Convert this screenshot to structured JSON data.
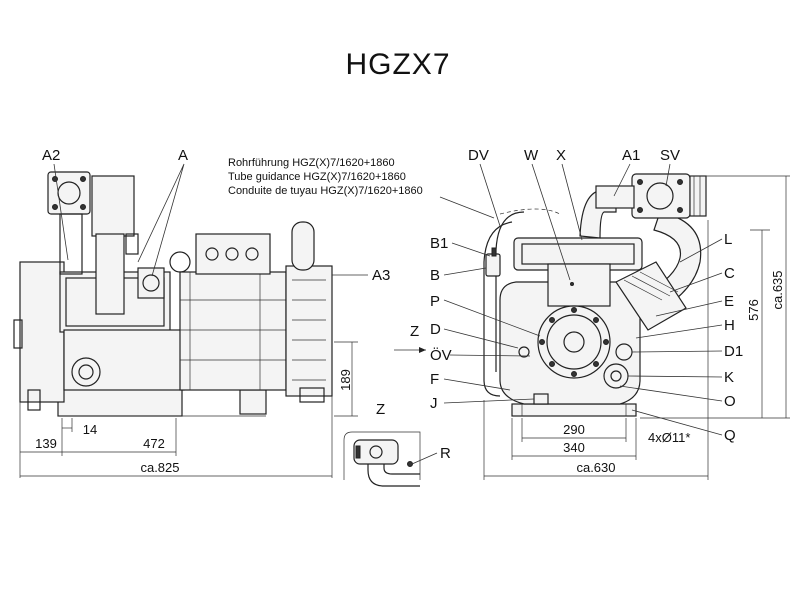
{
  "title": "HGZX7",
  "side_view": {
    "labels": {
      "a2": "A2",
      "a": "A",
      "a3": "A3"
    },
    "dimensions": {
      "d139": "139",
      "d14": "14",
      "d472": "472",
      "d825": "ca.825",
      "d189": "189"
    }
  },
  "tube_note": {
    "de": "Rohrführung HGZ(X)7/1620+1860",
    "en": "Tube guidance HGZ(X)7/1620+1860",
    "fr": "Conduite de tuyau HGZ(X)7/1620+1860"
  },
  "detail": {
    "z": "Z",
    "r": "R"
  },
  "front_view": {
    "top_labels": {
      "dv": "DV",
      "w": "W",
      "x": "X",
      "a1": "A1",
      "sv": "SV"
    },
    "left_labels": {
      "b1": "B1",
      "b": "B",
      "p": "P",
      "z": "Z",
      "d": "D",
      "ov": "ÖV",
      "f": "F",
      "j": "J"
    },
    "right_labels": {
      "l": "L",
      "c": "C",
      "e": "E",
      "h": "H",
      "d1": "D1",
      "k": "K",
      "o": "O",
      "q": "Q"
    },
    "dimensions": {
      "d290": "290",
      "d340": "340",
      "d630": "ca.630",
      "holes": "4xØ11*",
      "d576": "576",
      "d635": "ca.635"
    }
  }
}
